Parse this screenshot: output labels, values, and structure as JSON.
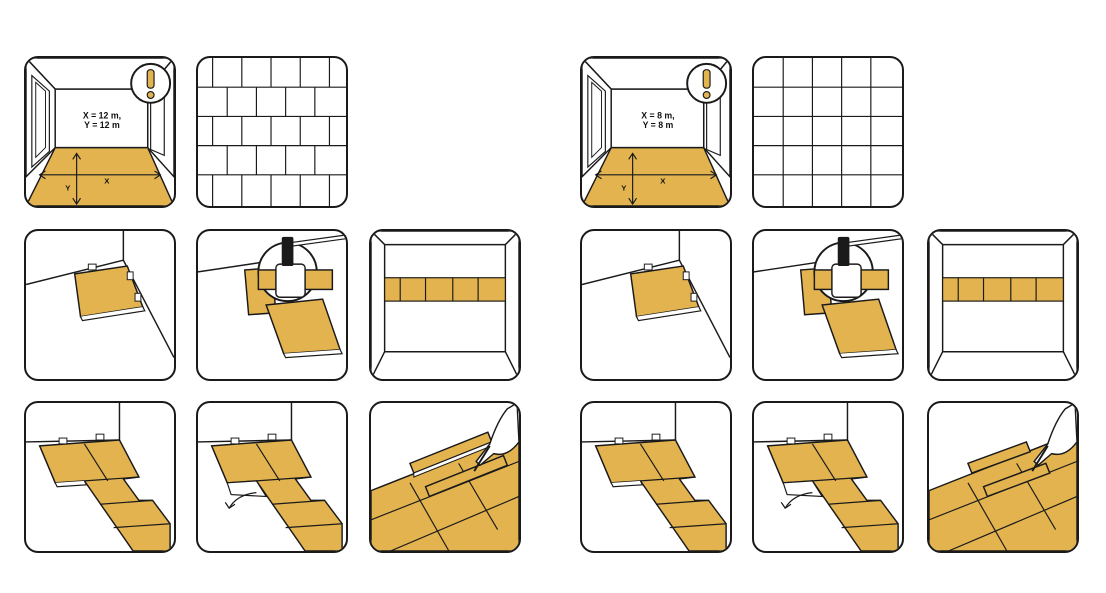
{
  "colors": {
    "wood": "#E3B34F",
    "line": "#1a1a1a",
    "bg": "#ffffff",
    "skin": "#ffffff"
  },
  "icons": {
    "warning": "exclamation-mark-icon",
    "hammer": "hammer-icon",
    "turn": "rotate-arrow-icon",
    "hand": "hand-icon"
  },
  "left": {
    "room": {
      "x_label": "X = 12 m,",
      "y_label": "Y = 12 m",
      "axis_x": "X",
      "axis_y": "Y",
      "warning_glyph": "!"
    },
    "tile_pattern": "staggered"
  },
  "right": {
    "room": {
      "x_label": "X = 8 m,",
      "y_label": "Y = 8 m",
      "axis_x": "X",
      "axis_y": "Y",
      "warning_glyph": "!"
    },
    "tile_pattern": "grid"
  }
}
